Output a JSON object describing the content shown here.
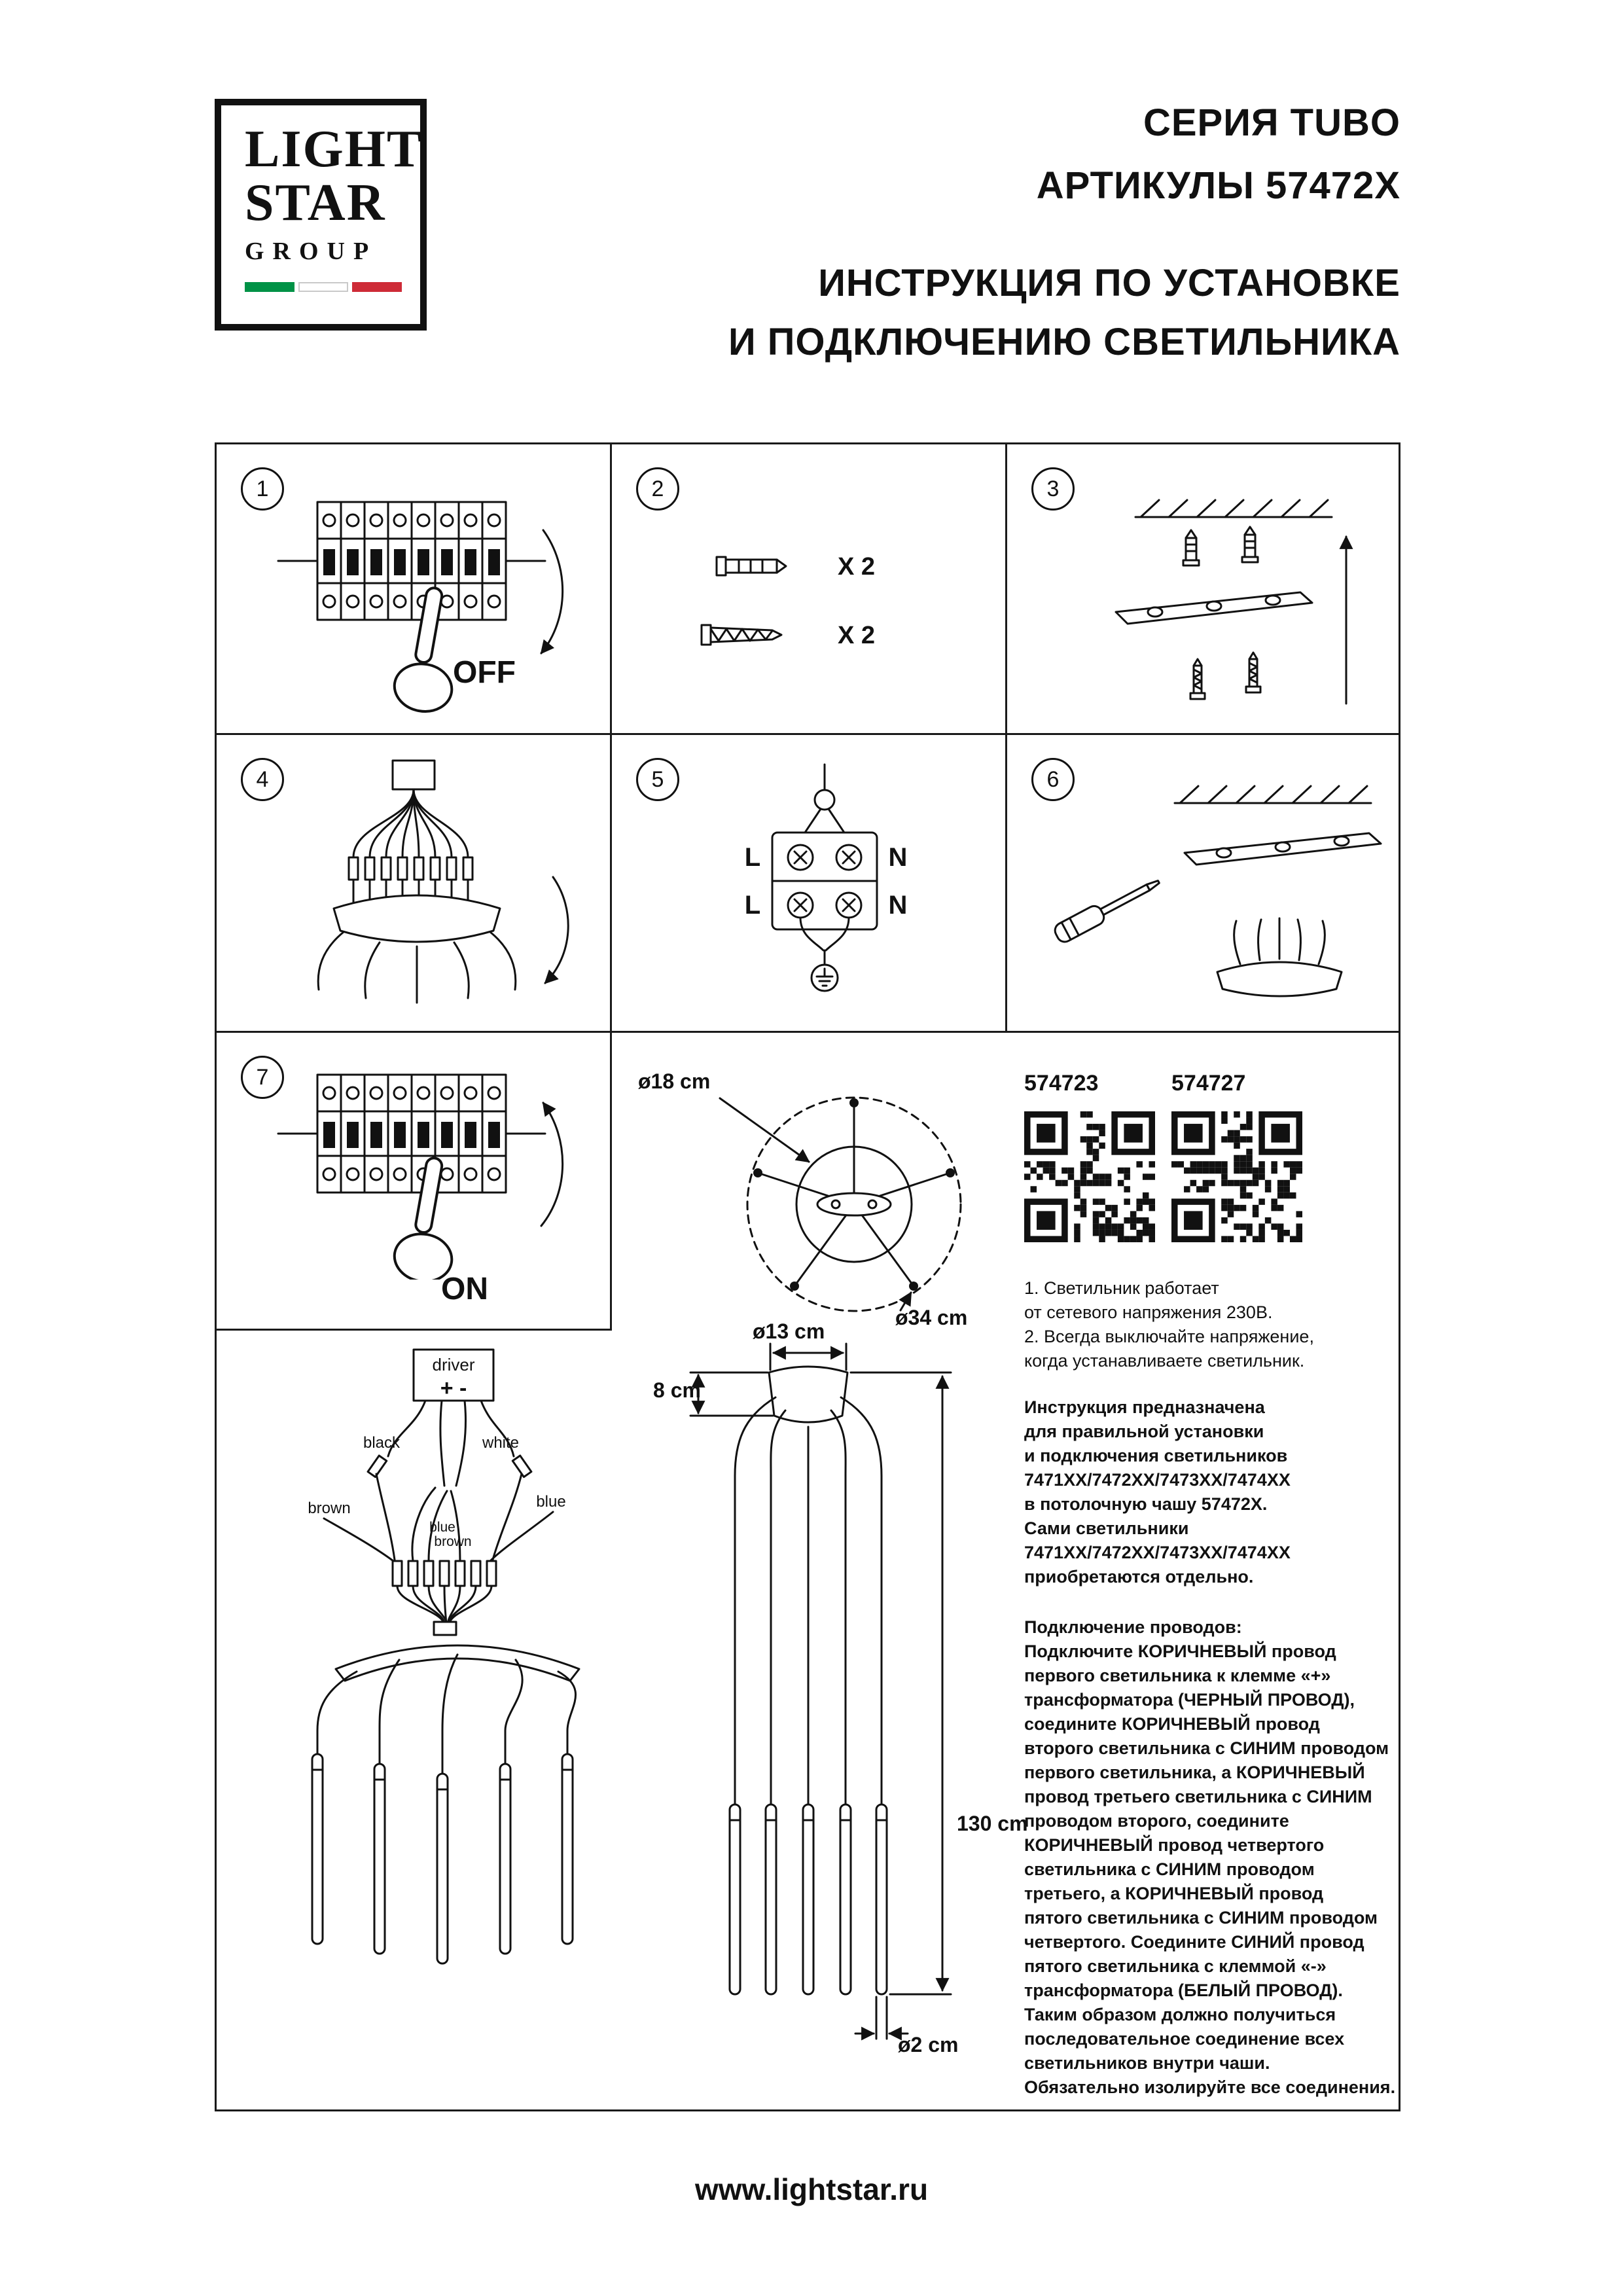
{
  "header": {
    "logo": {
      "l1": "LIGHT",
      "l2": "STAR",
      "l3": "GROUP"
    },
    "series": "СЕРИЯ TUBO",
    "articles": "АРТИКУЛЫ 57472X",
    "title1": "ИНСТРУКЦИЯ ПО УСТАНОВКЕ",
    "title2": "И ПОДКЛЮЧЕНИЮ СВЕТИЛЬНИКА"
  },
  "steps": {
    "s1": {
      "num": "1",
      "label": "OFF"
    },
    "s2": {
      "num": "2",
      "qty1": "X 2",
      "qty2": "X 2"
    },
    "s3": {
      "num": "3"
    },
    "s4": {
      "num": "4"
    },
    "s5": {
      "num": "5",
      "l_top": "L",
      "n_top": "N",
      "l_bottom": "L",
      "n_bottom": "N"
    },
    "s6": {
      "num": "6"
    },
    "s7": {
      "num": "7",
      "label": "ON"
    }
  },
  "dims": {
    "d18": "ø18 cm",
    "d34": "ø34 cm",
    "d13": "ø13 cm",
    "d8": "8 cm",
    "d130": "130 cm",
    "d2": "ø2 cm"
  },
  "wiring": {
    "driver": "driver",
    "polarity": "+ -",
    "black": "black",
    "white": "white",
    "brown": "brown",
    "blue": "blue",
    "blue2": "blue",
    "brown2": "brown"
  },
  "products": {
    "code1": "574723",
    "code2": "574727"
  },
  "texts": {
    "notes": "1. Светильник работает\nот сетевого напряжения 230В.\n2. Всегда выключайте напряжение,\nкогда устанавливаете светильник.",
    "intro": "Инструкция предназначена\nдля правильной установки\nи подключения светильников\n7471XX/7472XX/7473XX/7474XX\nв потолочную чашу 57472X.\nСами светильники\n7471XX/7472XX/7473XX/7474XX\nприобретаются отдельно.",
    "wiring": "Подключение проводов:\nПодключите КОРИЧНЕВЫЙ провод\nпервого светильника к клемме «+»\nтрансформатора (ЧЕРНЫЙ ПРОВОД),\nсоедините КОРИЧНЕВЫЙ провод\nвторого светильника с СИНИМ проводом\nпервого светильника, а КОРИЧНЕВЫЙ\nпровод третьего светильника с СИНИМ\nпроводом второго, соедините\nКОРИЧНЕВЫЙ провод четвертого\nсветильника с СИНИМ проводом\nтретьего, а КОРИЧНЕВЫЙ провод\nпятого светильника с СИНИМ проводом\nчетвертого. Соедините СИНИЙ провод\nпятого светильника с клеммой «-»\nтрансформатора (БЕЛЫЙ ПРОВОД).\nТаким образом должно получиться\nпоследовательное соединение всех\nсветильников внутри чаши.\nОбязательно изолируйте все соединения."
  },
  "footer": {
    "url": "www.lightstar.ru"
  },
  "colors": {
    "flag_green": "#009246",
    "flag_white": "#ffffff",
    "flag_red": "#ce2b37",
    "line": "#1a1a1a"
  }
}
